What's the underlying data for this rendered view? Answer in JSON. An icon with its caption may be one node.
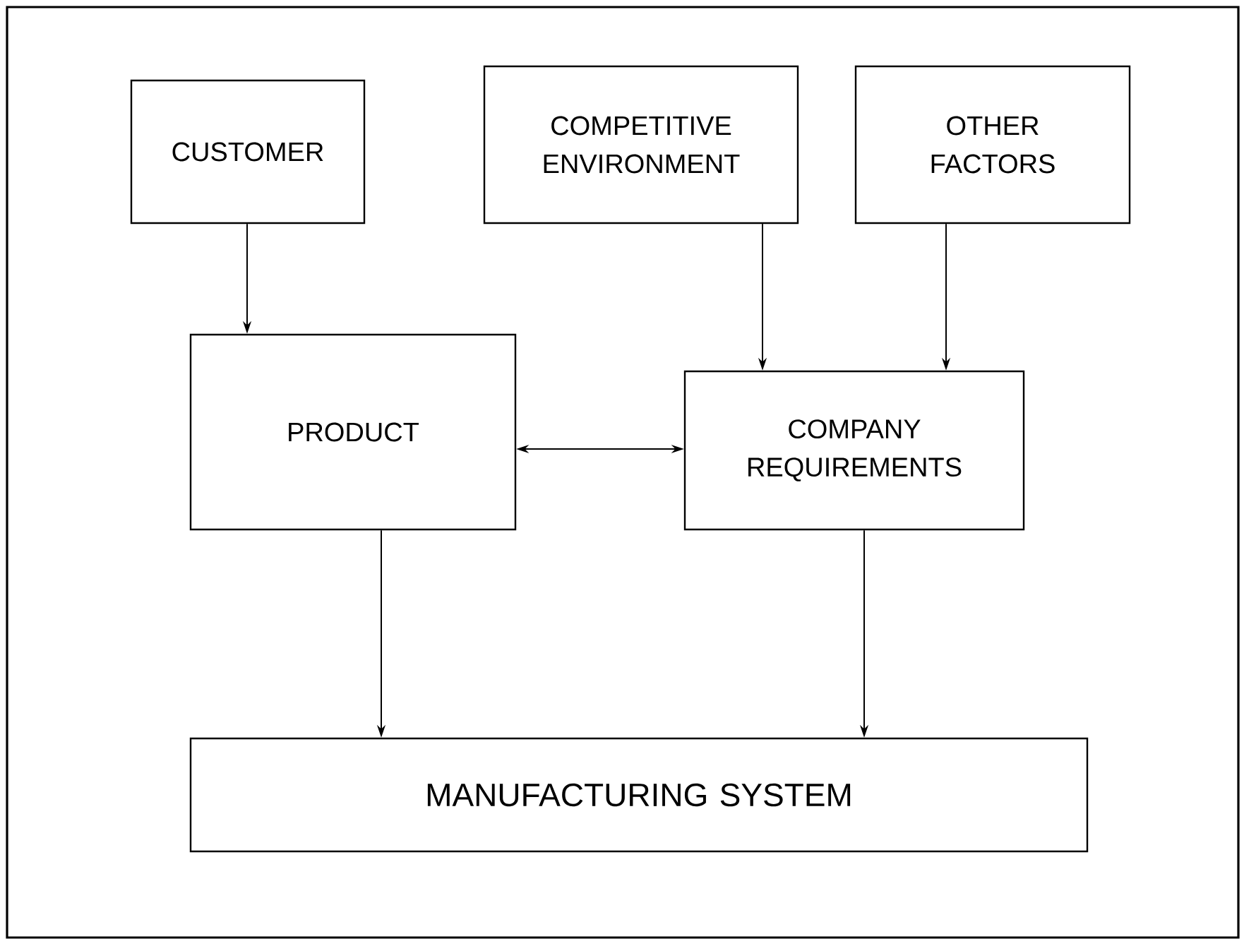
{
  "diagram": {
    "nodes": [
      {
        "text": [
          "CUSTOMER"
        ]
      },
      {
        "text": [
          "COMPETITIVE ENVIRONMENT"
        ]
      },
      {
        "text": [
          "OTHER FACTORS"
        ]
      },
      {
        "text": [
          "PRODUCT"
        ]
      },
      {
        "text": [
          "COMPANY REQUIREMENTS"
        ]
      },
      {
        "text": [
          "MANUFACTURING SYSTEM"
        ]
      }
    ],
    "edges": [
      {
        "from": 0,
        "to": 3,
        "arrow": "to"
      },
      {
        "from": 1,
        "to": 4,
        "arrow": "to"
      },
      {
        "from": 2,
        "to": 4,
        "arrow": "to"
      },
      {
        "from": 3,
        "to": 4,
        "arrow": "both"
      },
      {
        "from": 3,
        "to": 5,
        "arrow": "to"
      },
      {
        "from": 4,
        "to": 5,
        "arrow": "to"
      }
    ]
  }
}
